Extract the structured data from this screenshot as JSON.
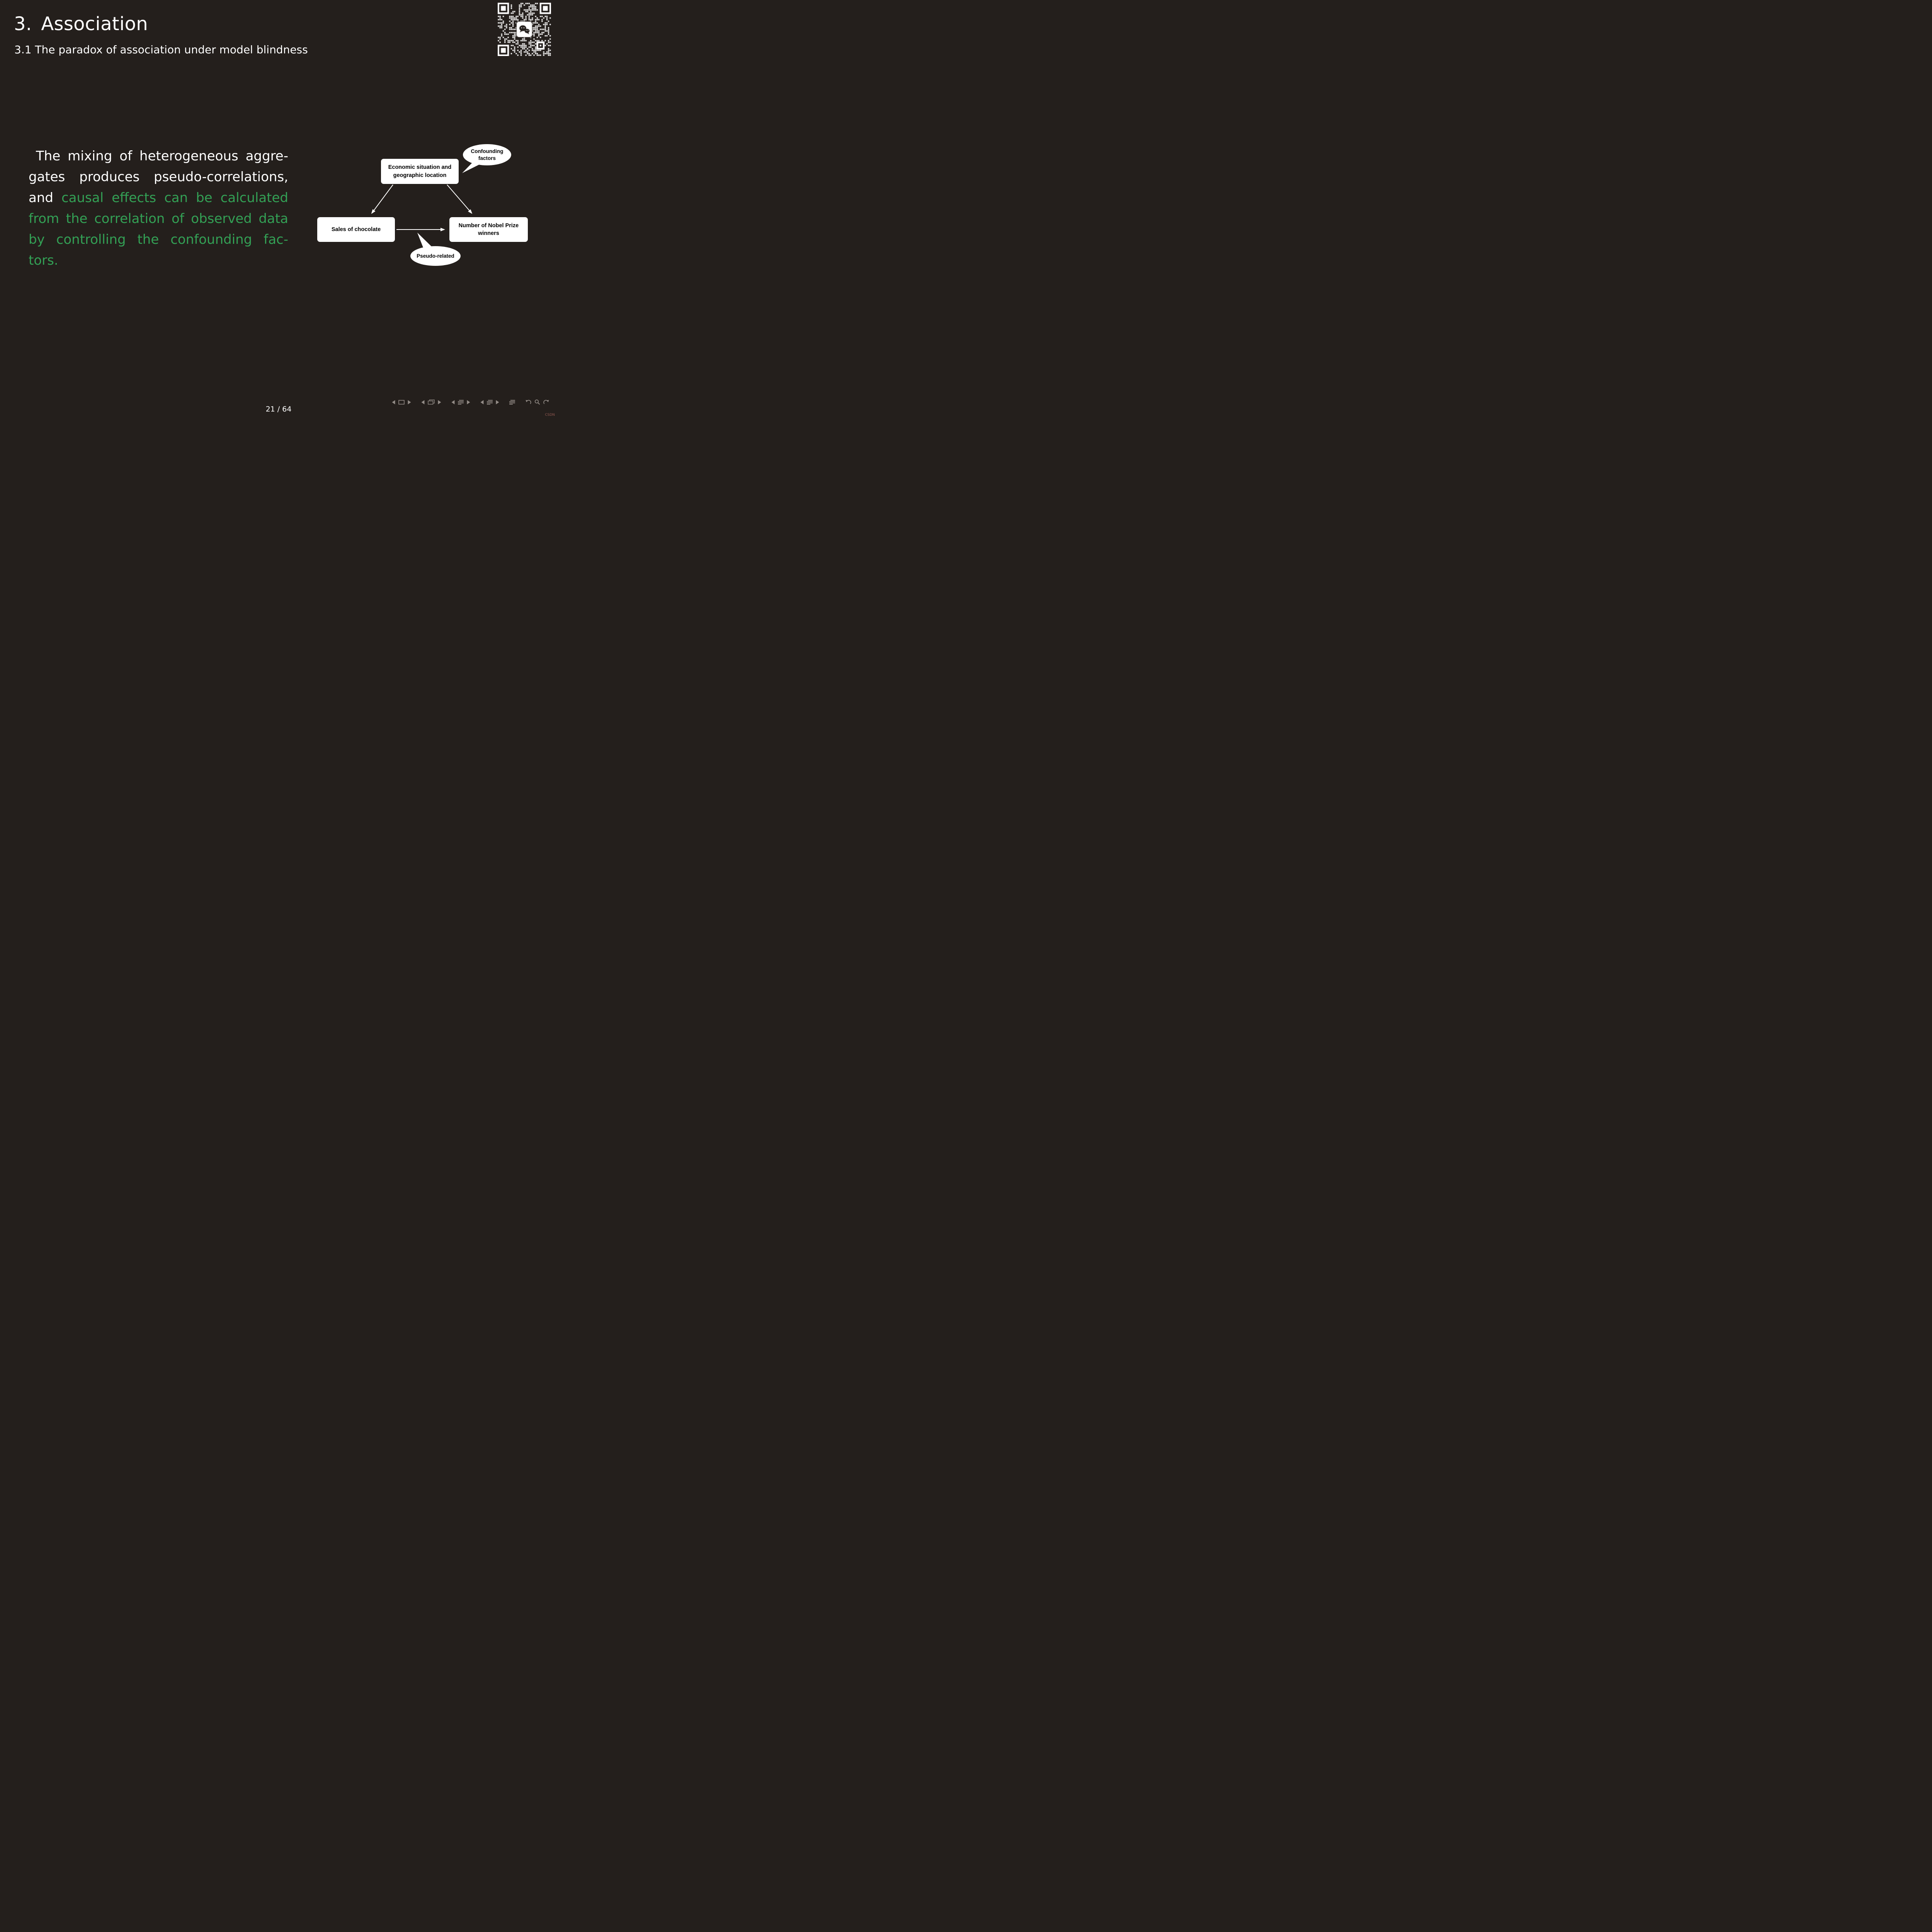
{
  "theme": {
    "background": "#241f1c",
    "text_white": "#ffffff",
    "text_green": "#33a055",
    "node_background": "#ffffff",
    "node_text": "#000000",
    "nav_icon_color": "#948d88"
  },
  "header": {
    "title_number": "3.",
    "title_text": "Association",
    "subtitle": "3.1 The paradox of association under model blindness"
  },
  "paragraph": {
    "lines": [
      {
        "segments": [
          {
            "text": "The mixing of heterogeneous aggre-",
            "color": "white"
          }
        ]
      },
      {
        "segments": [
          {
            "text": "gates produces pseudo-correlations,",
            "color": "white"
          }
        ]
      },
      {
        "segments": [
          {
            "text": "and ",
            "color": "white"
          },
          {
            "text": "causal effects can be calculated",
            "color": "green"
          }
        ]
      },
      {
        "segments": [
          {
            "text": "from the correlation of observed data",
            "color": "green"
          }
        ]
      },
      {
        "segments": [
          {
            "text": "by controlling the confounding fac-",
            "color": "green"
          }
        ]
      },
      {
        "segments": [
          {
            "text": "tors.",
            "color": "green"
          }
        ]
      }
    ]
  },
  "diagram": {
    "node_economic": "Economic situation and geographic location",
    "node_chocolate": "Sales of chocolate",
    "node_nobel": "Number of Nobel Prize winners",
    "bubble_confounding": "Confounding factors",
    "bubble_pseudo": "Pseudo-related"
  },
  "icons": {
    "qr": "qr-code-with-wechat-logo",
    "nav": [
      "prev-slide",
      "slide-frame",
      "next-slide",
      "prev-frame",
      "frame-stack",
      "next-frame",
      "prev-subsection",
      "subsection-list",
      "next-subsection",
      "prev-section",
      "section-list",
      "next-section",
      "appendix-list",
      "undo-arrow",
      "search-magnifier",
      "redo-arrow"
    ]
  },
  "footer": {
    "page_number": "21 / 64",
    "watermark": "CSDN"
  }
}
